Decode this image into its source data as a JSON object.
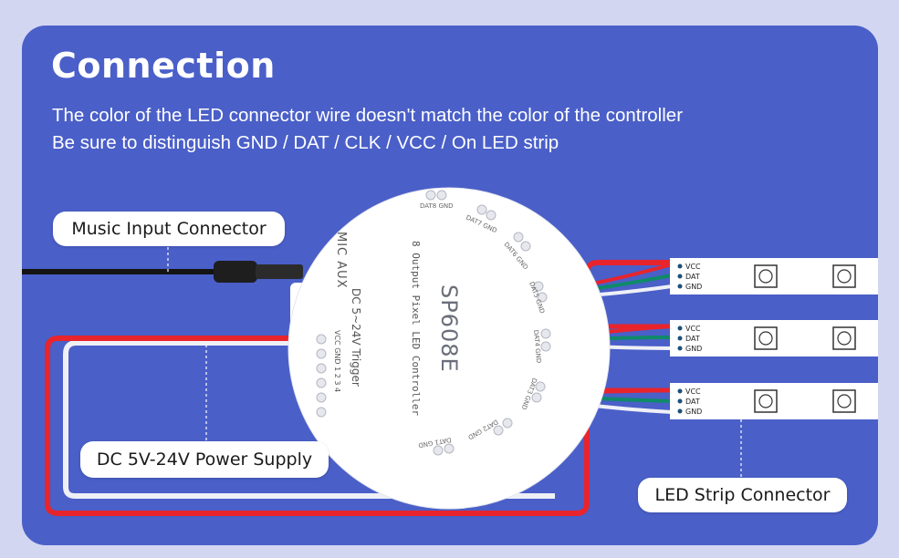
{
  "header": {
    "title": "Connection",
    "line1": "The color of the LED connector wire doesn't match the color of the controller",
    "line2": "Be sure to distinguish GND / DAT / CLK / VCC / On LED strip"
  },
  "labels": {
    "music_input": "Music Input Connector",
    "power_supply": "DC 5V-24V Power Supply",
    "strip_connector": "LED Strip Connector"
  },
  "controller": {
    "model": "SP608E",
    "subtitle": "8 Output Pixel LED Controller",
    "port_labels": "MIC AUX",
    "power_label": "DC 5~24V Trigger",
    "trigger_pins": "VCC GND 1 2 3 4",
    "outputs": [
      "DAT8 GND",
      "DAT7 GND",
      "DAT6 GND",
      "DAT5 GND",
      "DAT4 GND",
      "DAT3 GND",
      "DAT2 GND",
      "DAT1 GND"
    ]
  },
  "strips": [
    {
      "vcc": "VCC",
      "dat": "DAT",
      "gnd": "GND"
    },
    {
      "vcc": "VCC",
      "dat": "DAT",
      "gnd": "GND"
    },
    {
      "vcc": "VCC",
      "dat": "DAT",
      "gnd": "GND"
    }
  ],
  "colors": {
    "background": "#d3d6f1",
    "panel": "#4a5fc8",
    "red_wire": "#e8242c",
    "green_wire": "#0f8a6a",
    "white_wire": "#eef0f6"
  }
}
